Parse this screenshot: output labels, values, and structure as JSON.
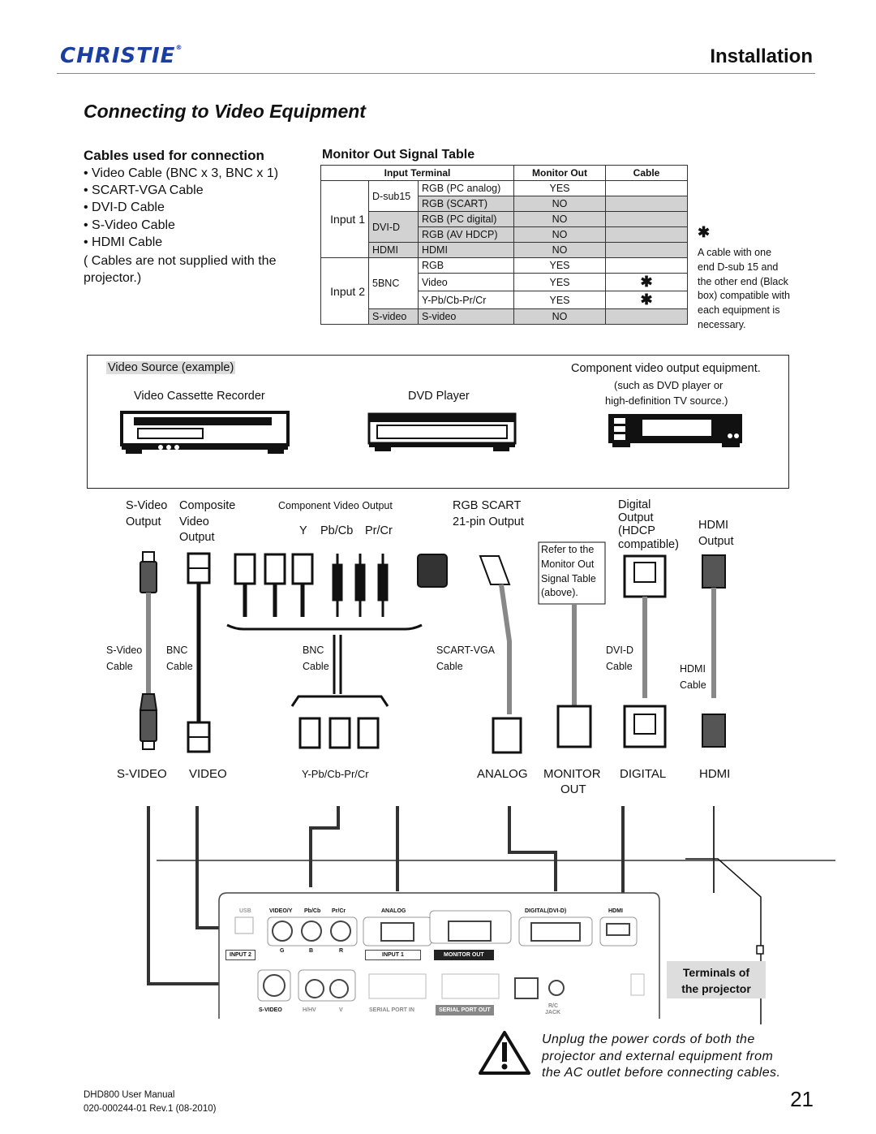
{
  "header": {
    "logo": "CHRISTIE",
    "logo_mark": "®",
    "section": "Installation"
  },
  "title": "Connecting to Video Equipment",
  "cables": {
    "heading": "Cables used for connection",
    "items": [
      "Video Cable (BNC x 3, BNC x 1)",
      "SCART-VGA Cable",
      "DVI-D Cable",
      "S-Video Cable",
      "HDMI Cable"
    ],
    "note_l1": "( Cables are not supplied with the",
    "note_l2": "projector.)"
  },
  "table": {
    "heading": "Monitor Out Signal Table",
    "headers": [
      "Input Terminal",
      "Monitor Out",
      "Cable"
    ],
    "input1": "Input 1",
    "input2": "Input 2",
    "dsub": "D-sub15",
    "dvid": "DVI-D",
    "hdmi": "HDMI",
    "bnc": "5BNC",
    "svideo": "S-video",
    "rows": [
      {
        "signal": "RGB (PC analog)",
        "out": "YES",
        "cable": ""
      },
      {
        "signal": "RGB (SCART)",
        "out": "NO",
        "cable": ""
      },
      {
        "signal": "RGB (PC digital)",
        "out": "NO",
        "cable": ""
      },
      {
        "signal": "RGB (AV HDCP)",
        "out": "NO",
        "cable": ""
      },
      {
        "signal": "HDMI",
        "out": "NO",
        "cable": ""
      },
      {
        "signal": "RGB",
        "out": "YES",
        "cable": ""
      },
      {
        "signal": "Video",
        "out": "YES",
        "cable": "✱"
      },
      {
        "signal": "Y-Pb/Cb-Pr/Cr",
        "out": "YES",
        "cable": "✱"
      },
      {
        "signal": "S-video",
        "out": "NO",
        "cable": ""
      }
    ],
    "star": "✱",
    "star_note": [
      "A cable with one",
      "end D-sub 15 and",
      "the other end (Black",
      "box) compatible with",
      "each equipment is",
      "necessary."
    ]
  },
  "sources": {
    "label": "Video Source (example)",
    "vcr": "Video Cassette Recorder",
    "dvd": "DVD Player",
    "comp": "Component video output equipment.",
    "comp_l2": "(such as DVD player or",
    "comp_l3": "high-definition TV source.)"
  },
  "outputs": {
    "svideo": [
      "S-Video",
      "Output"
    ],
    "composite": [
      "Composite",
      "Video",
      "Output"
    ],
    "component": "Component Video Output",
    "comp_y": "Y",
    "comp_pb": "Pb/Cb",
    "comp_pr": "Pr/Cr",
    "scart": [
      "RGB SCART",
      "21-pin Output"
    ],
    "refer": [
      "Refer to the",
      "Monitor Out",
      "Signal Table",
      "(above)."
    ],
    "digital": [
      "Digital",
      "Output",
      "(HDCP",
      "compatible)"
    ],
    "hdmi": [
      "HDMI",
      "Output"
    ]
  },
  "cable_labels": {
    "svideo": [
      "S-Video",
      "Cable"
    ],
    "bnc1": [
      "BNC",
      "Cable"
    ],
    "bnc3": [
      "BNC",
      "Cable"
    ],
    "scart": [
      "SCART-VGA",
      "Cable"
    ],
    "dvid": [
      "DVI-D",
      "Cable"
    ],
    "hdmi": [
      "HDMI",
      "Cable"
    ]
  },
  "ports": {
    "svideo": "S-VIDEO",
    "video": "VIDEO",
    "ypbpr": "Y-Pb/Cb-Pr/Cr",
    "analog": "ANALOG",
    "monitor": "MONITOR",
    "monitor_l2": "OUT",
    "digital": "DIGITAL",
    "hdmi": "HDMI"
  },
  "panel": {
    "usb": "USB",
    "video_y": "VIDEO/Y",
    "pb": "Pb/Cb",
    "pr": "Pr/Cr",
    "analog": "ANALOG",
    "digital_dvi": "DIGITAL(DVI-D)",
    "hdmi": "HDMI",
    "g": "G",
    "b": "B",
    "r": "R",
    "input2": "INPUT 2",
    "input1": "INPUT 1",
    "monitor_out": "MONITOR OUT",
    "svideo": "S-VIDEO",
    "hhv": "H/HV",
    "v": "V",
    "serial_in": "SERIAL PORT IN",
    "serial_out": "SERIAL PORT OUT",
    "rc": "R/C",
    "jack": "JACK"
  },
  "terminals": [
    "Terminals of",
    "the projector"
  ],
  "warning": [
    "Unplug the power cords of both the",
    "projector and external equipment from",
    "the AC outlet before connecting cables."
  ],
  "footer": {
    "manual": "DHD800 User Manual",
    "doc": "020-000244-01 Rev.1 (08-2010)",
    "page": "21"
  },
  "colors": {
    "logo": "#1b3fa0",
    "gray_cell": "#d2d2d2"
  }
}
